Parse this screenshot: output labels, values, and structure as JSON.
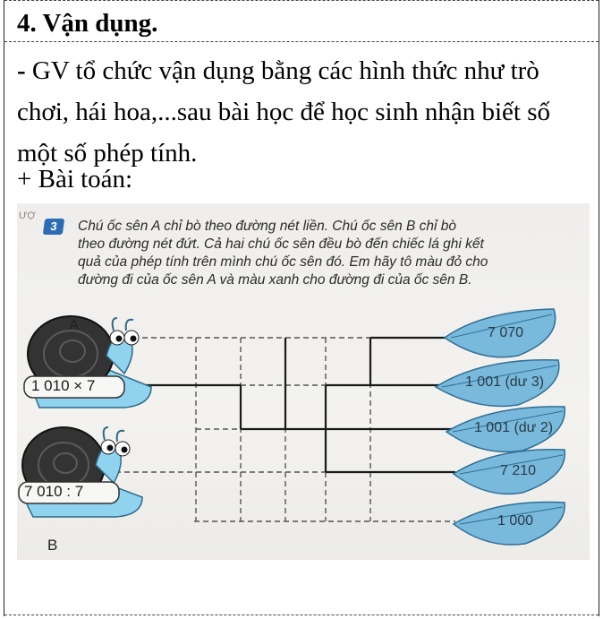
{
  "section": {
    "heading": "4. Vận dụng.",
    "bullet": "-",
    "paragraph": " GV tổ chức vận dụng bằng các hình thức như trò chơi, hái hoa,...sau bài học để học sinh nhận biết số một số phép tính.",
    "problem_label": "+ Bài toán:"
  },
  "exercise": {
    "number": "3",
    "side_mark": "ƯỢ",
    "lines": [
      "Chú ốc sên A chỉ bò theo đường nét liền. Chú ốc sên B chỉ bò",
      "theo đường nét đứt. Cả hai chú ốc sên đều bò đến chiếc lá ghi kết",
      "quả của phép tính trên mình chú ốc sên đó. Em hãy tô màu đỏ cho",
      "đường đi của ốc sên A và màu xanh cho đường đi của ốc sên B."
    ],
    "snail_a": {
      "label": "A",
      "expression": "1 010 × 7"
    },
    "snail_b": {
      "label": "B",
      "expression": "7 010 : 7"
    },
    "leaves": [
      "7 070",
      "1 001 (dư 3)",
      "1 001 (dư 2)",
      "7 210",
      "1 000"
    ],
    "colors": {
      "shell": "#3a3a3a",
      "snail_body": "#8fd3ef",
      "leaf": "#6fb3d8",
      "leaf_dark": "#3d7ea8"
    }
  }
}
